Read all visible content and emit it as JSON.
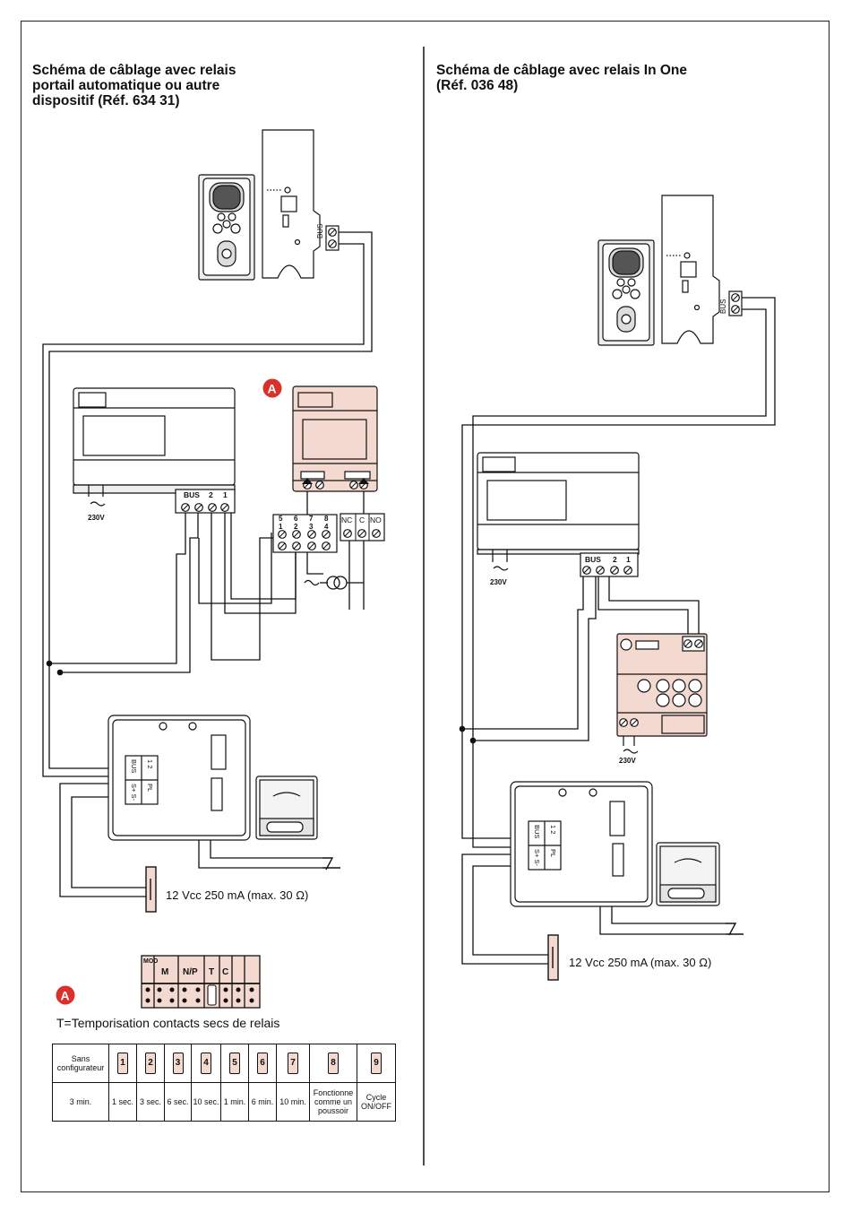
{
  "left": {
    "title": [
      "Schéma de câblage avec relais",
      "portail automatique ou autre",
      "dispositif (Réf. 634 31)"
    ],
    "badge": "A",
    "labels": {
      "bus": "BUS",
      "t2": "2",
      "t1": "1",
      "v230": "230V",
      "relay_top": [
        "5",
        "6",
        "7",
        "8"
      ],
      "relay_bottom": [
        "1",
        "2",
        "3",
        "4"
      ],
      "nc": "NC",
      "c": "C",
      "no": "NO",
      "supply": "12 Vcc  250 mA (max. 30 Ω)",
      "panel_bus": "BUS",
      "panel_s": "S+  S-",
      "panel_12": "1  2",
      "panel_pl": "PL"
    },
    "config": {
      "badge": "A",
      "headers": [
        "MOD",
        "M",
        "N/P",
        "T",
        "C"
      ],
      "caption": "T=Temporisation contacts secs de relais"
    },
    "timer_table": {
      "head": "Sans configurateur",
      "keys": [
        "1",
        "2",
        "3",
        "4",
        "5",
        "6",
        "7",
        "8",
        "9"
      ],
      "values": [
        "3 min.",
        "1 sec.",
        "3 sec.",
        "6 sec.",
        "10 sec.",
        "1 min.",
        "6 min.",
        "10 min.",
        "Fonctionne comme un poussoir",
        "Cycle ON/OFF"
      ]
    }
  },
  "right": {
    "title": [
      "Schéma de câblage avec relais In One",
      "(Réf. 036 48)"
    ],
    "labels": {
      "bus": "BUS",
      "t2": "2",
      "t1": "1",
      "v230": "230V",
      "v230b": "230V",
      "supply": "12 Vcc  250 mA (max. 30 Ω)",
      "panel_bus": "BUS",
      "panel_s": "S+  S-",
      "panel_12": "1  2",
      "panel_pl": "PL"
    }
  },
  "colors": {
    "accent": "#d9302b",
    "device_fill": "#f4d9d0",
    "line": "#111111"
  }
}
